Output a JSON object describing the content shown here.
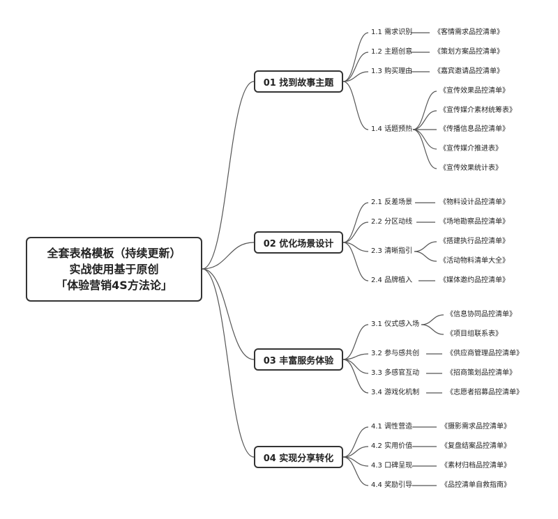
{
  "root": {
    "lines": [
      "全套表格模板（持续更新）",
      "实战使用基于原创",
      "「体验营销4S方法论」"
    ]
  },
  "branches": [
    {
      "label": "01 找到故事主题",
      "children": [
        {
          "label": "1.1 需求识别",
          "items": [
            "《客情需求品控清单》"
          ]
        },
        {
          "label": "1.2 主题创意",
          "items": [
            "《策划方案品控清单》"
          ]
        },
        {
          "label": "1.3 购买理由",
          "items": [
            "《嘉宾邀请品控清单》"
          ]
        },
        {
          "label": "1.4 话题预热",
          "items": [
            "《宣传效果品控清单》",
            "《宣传媒介素材统筹表》",
            "《传播信息品控清单》",
            "《宣传媒介推进表》",
            "《宣传效果统计表》"
          ]
        }
      ]
    },
    {
      "label": "02 优化场景设计",
      "children": [
        {
          "label": "2.1 反差场景",
          "items": [
            "《物料设计品控清单》"
          ]
        },
        {
          "label": "2.2 分区动线",
          "items": [
            "《场地勘察品控清单》"
          ]
        },
        {
          "label": "2.3 清晰指引",
          "items": [
            "《搭建执行品控清单》",
            "《活动物料清单大全》"
          ]
        },
        {
          "label": "2.4 品牌植入",
          "items": [
            "《媒体邀约品控清单》"
          ]
        }
      ]
    },
    {
      "label": "03 丰富服务体验",
      "children": [
        {
          "label": "3.1 仪式感入场",
          "items": [
            "《信息协同品控清单》",
            "《项目组联系表》"
          ]
        },
        {
          "label": "3.2 参与感共创",
          "items": [
            "《供应商管理品控清单》"
          ]
        },
        {
          "label": "3.3 多感官互动",
          "items": [
            "《招商策划品控清单》"
          ]
        },
        {
          "label": "3.4 游戏化机制",
          "items": [
            "《志愿者招募品控清单》"
          ]
        }
      ]
    },
    {
      "label": "04 实现分享转化",
      "children": [
        {
          "label": "4.1 调性营造",
          "items": [
            "《摄影需求品控清单》"
          ]
        },
        {
          "label": "4.2 实用价值",
          "items": [
            "《复盘结案品控清单》"
          ]
        },
        {
          "label": "4.3 口碑呈现",
          "items": [
            "《素材归档品控清单》"
          ]
        },
        {
          "label": "4.4 奖励引导",
          "items": [
            "《品控清单自救指南》"
          ]
        }
      ]
    }
  ],
  "colors": {
    "line": "#555555",
    "border": "#333333",
    "text": "#222222"
  }
}
